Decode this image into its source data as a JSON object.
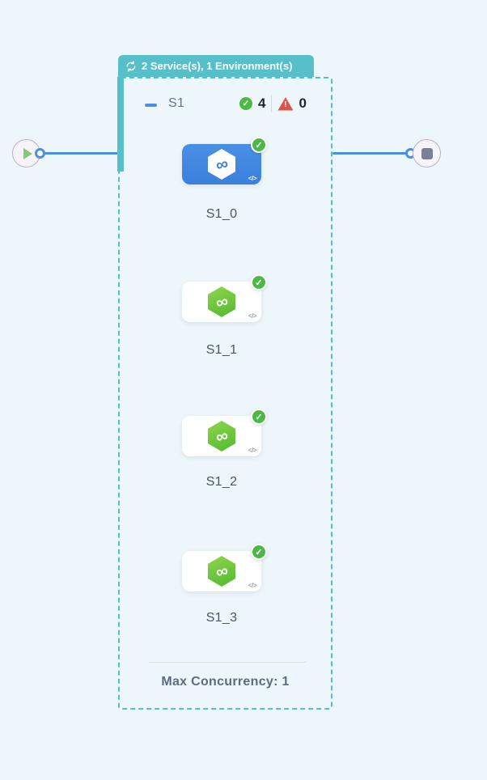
{
  "colors": {
    "background": "#edf6fa",
    "badge_teal": "#56bfc9",
    "dashed_border_teal": "#4ec1cd",
    "edge_blue": "#4a90e2",
    "selected_node_blue": "#3f87e3",
    "success_green": "#4db848",
    "hexagon_green": "#6fc93d",
    "error_red": "#d9534f"
  },
  "stage_badge": {
    "icon": "sync-icon",
    "label": "2 Service(s), 1 Environment(s)"
  },
  "group": {
    "label": "S1",
    "success_count": "4",
    "error_count": "0",
    "footer": "Max Concurrency: 1"
  },
  "glyphs": {
    "infinity": "∞",
    "check": "✓",
    "warning": "!",
    "code": "</>"
  },
  "nodes": [
    {
      "label": "S1_0",
      "status": "success",
      "selected": true
    },
    {
      "label": "S1_1",
      "status": "success",
      "selected": false
    },
    {
      "label": "S1_2",
      "status": "success",
      "selected": false
    },
    {
      "label": "S1_3",
      "status": "success",
      "selected": false
    }
  ],
  "endpoints": {
    "start": "pipeline-start",
    "end": "pipeline-end"
  }
}
